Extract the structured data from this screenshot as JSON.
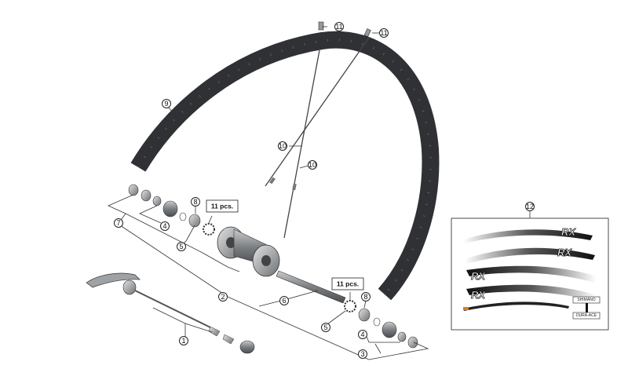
{
  "callouts": {
    "c1": "1",
    "c2": "2",
    "c3": "3",
    "c4a": "4",
    "c4b": "4",
    "c5a": "5",
    "c5b": "5",
    "c6": "6",
    "c7": "7",
    "c8a": "8",
    "c8b": "8",
    "c9": "9",
    "c10a": "10",
    "c10b": "10",
    "c11a": "11",
    "c11b": "11",
    "c12": "12"
  },
  "qty_labels": {
    "left": "11 pcs.",
    "right": "11 pcs."
  },
  "decals": {
    "brand": "RX",
    "logo_top": "SHIMANO",
    "logo_bottom": "DURA-ACE"
  },
  "colors": {
    "rim": "#3a3c3f",
    "hub": "#8a8d90",
    "decal_dark": "#1c1c1c",
    "accent": "#e07b1a",
    "line": "#333333"
  }
}
